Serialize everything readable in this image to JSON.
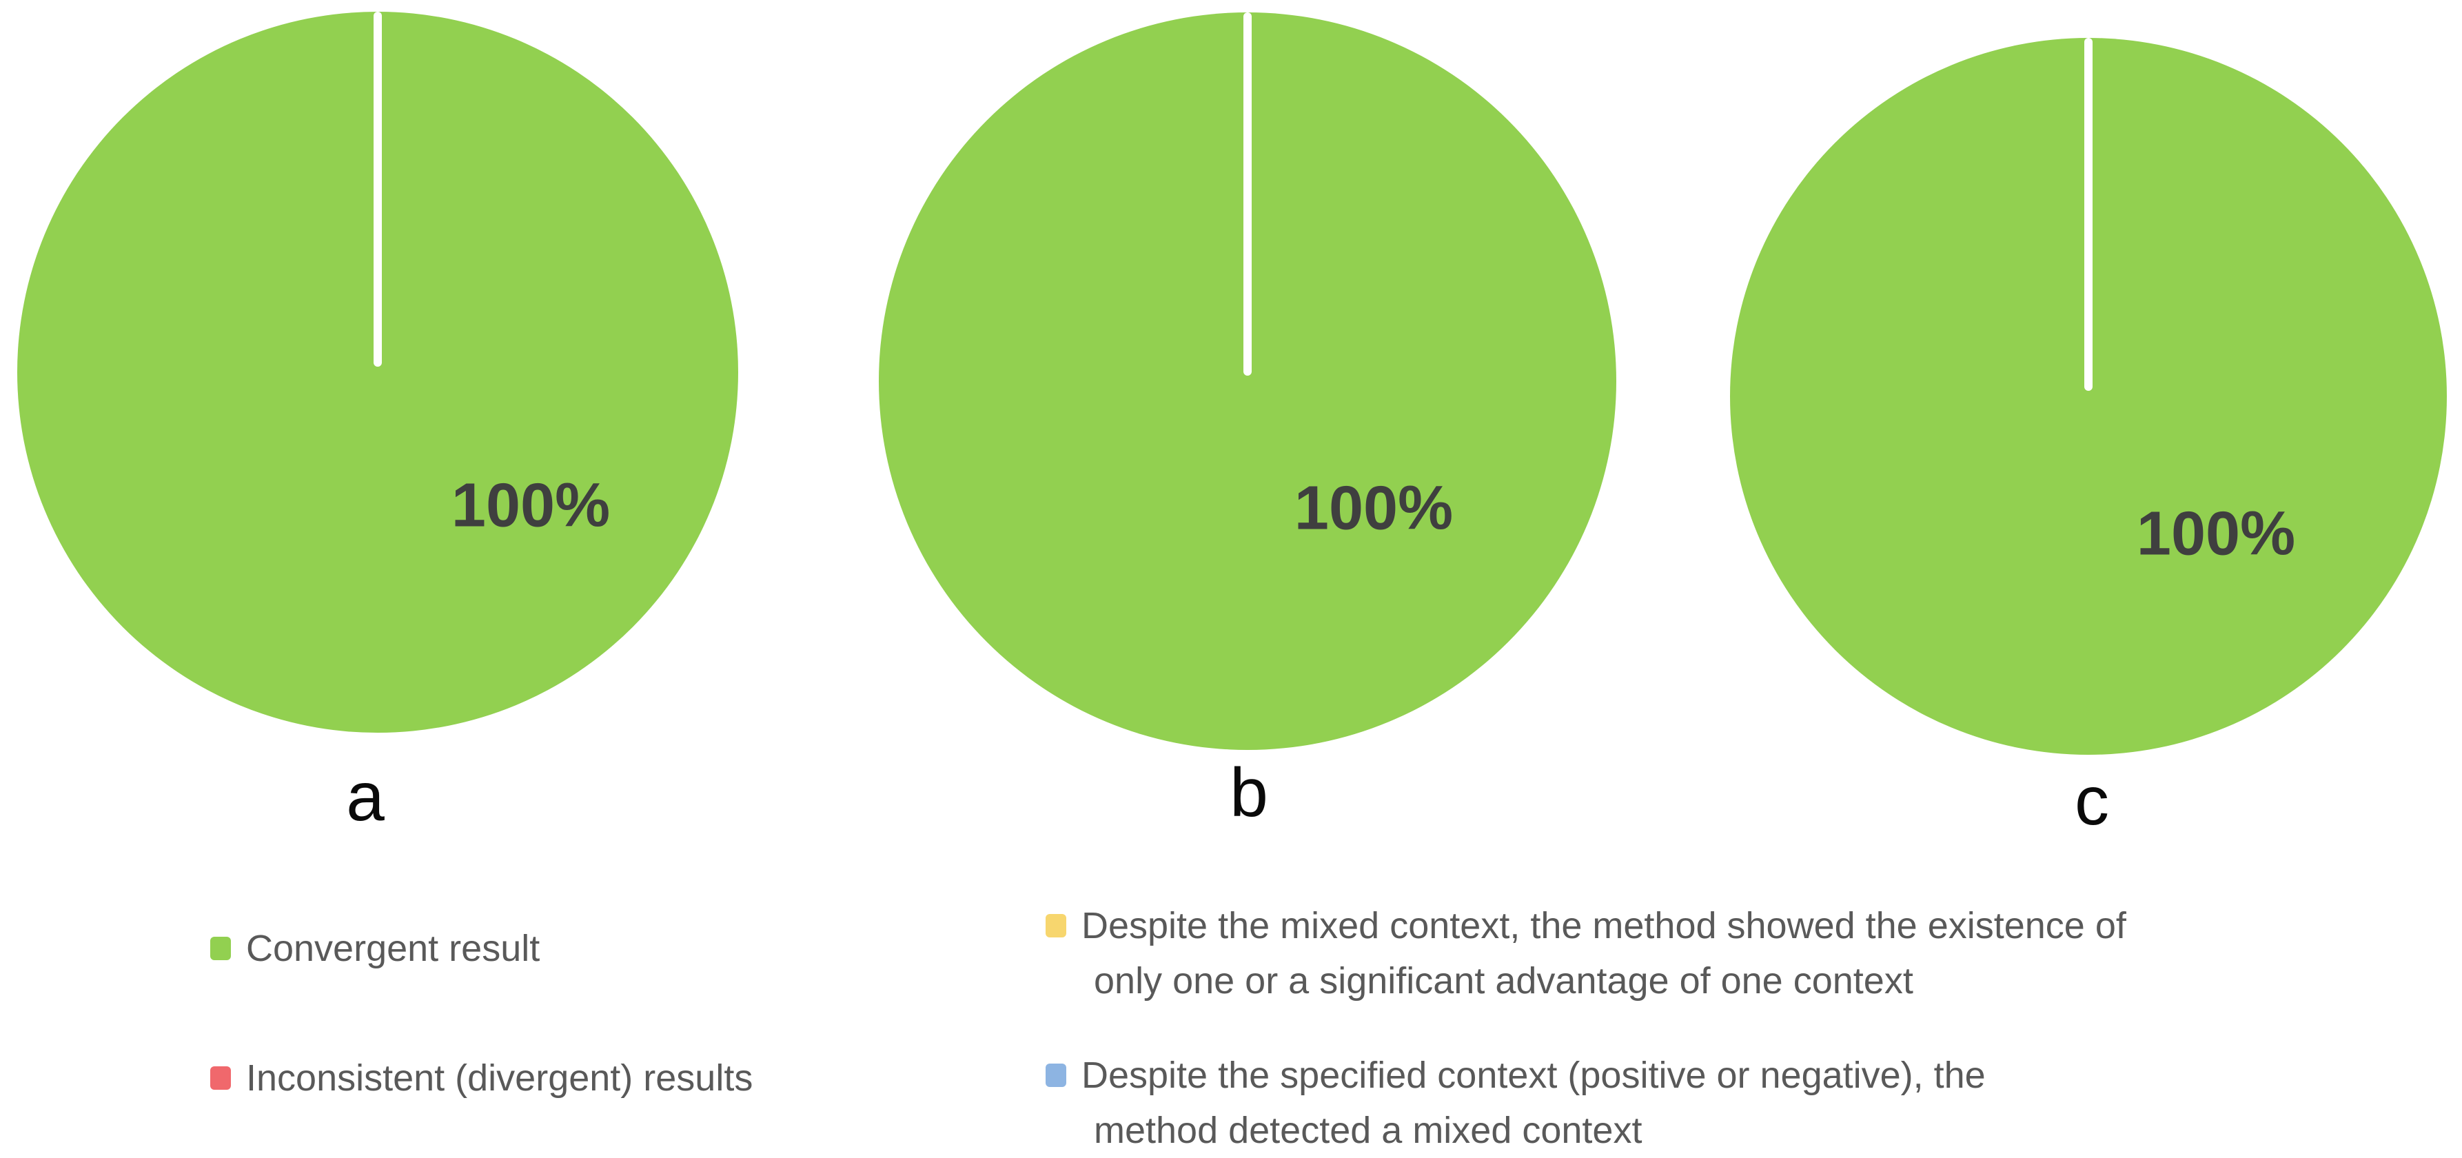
{
  "charts": [
    {
      "label": "a",
      "value_label": "100%"
    },
    {
      "label": "b",
      "value_label": "100%"
    },
    {
      "label": "c",
      "value_label": "100%"
    }
  ],
  "chart_data": [
    {
      "type": "pie",
      "title": "a",
      "categories": [
        "Convergent result",
        "Inconsistent (divergent) results",
        "Despite the mixed context, the method showed the existence of only one or a significant advantage of one context",
        "Despite the specified context (positive or negative), the method detected a mixed context"
      ],
      "values": [
        100,
        0,
        0,
        0
      ],
      "data_label": "100%",
      "color": "#92D050",
      "legend_position": "bottom"
    },
    {
      "type": "pie",
      "title": "b",
      "categories": [
        "Convergent result",
        "Inconsistent (divergent) results",
        "Despite the mixed context, the method showed the existence of only one or a significant advantage of one context",
        "Despite the specified context (positive or negative), the method detected a mixed context"
      ],
      "values": [
        100,
        0,
        0,
        0
      ],
      "data_label": "100%",
      "color": "#92D050",
      "legend_position": "bottom"
    },
    {
      "type": "pie",
      "title": "c",
      "categories": [
        "Convergent result",
        "Inconsistent (divergent) results",
        "Despite the mixed context, the method showed the existence of only one or a significant advantage of one context",
        "Despite the specified context (positive or negative), the method detected a mixed context"
      ],
      "values": [
        100,
        0,
        0,
        0
      ],
      "data_label": "100%",
      "color": "#92D050",
      "legend_position": "bottom"
    }
  ],
  "legend": {
    "items": [
      {
        "color": "#92D050",
        "label": "Convergent result",
        "lines": [
          "Convergent result"
        ]
      },
      {
        "color": "#F0686C",
        "label": "Inconsistent (divergent) results",
        "lines": [
          "Inconsistent (divergent) results"
        ]
      },
      {
        "color": "#F7D66E",
        "label": "Despite the mixed context, the method showed the existence of only one or a significant advantage of one context",
        "lines": [
          "Despite the mixed context, the method showed the existence of",
          "only one or a significant advantage of one context"
        ]
      },
      {
        "color": "#8DB4E2",
        "label": "Despite the specified context (positive or negative), the method detected a mixed context",
        "lines": [
          "Despite the specified context (positive or negative), the",
          "method detected a mixed context"
        ]
      }
    ]
  },
  "colors": {
    "pie_slice": "#92D050",
    "slice_divider": "#FFFFFF",
    "value_label_text": "#3F3F3F",
    "legend_text": "#595959",
    "letter_text": "#0A0A0A"
  }
}
